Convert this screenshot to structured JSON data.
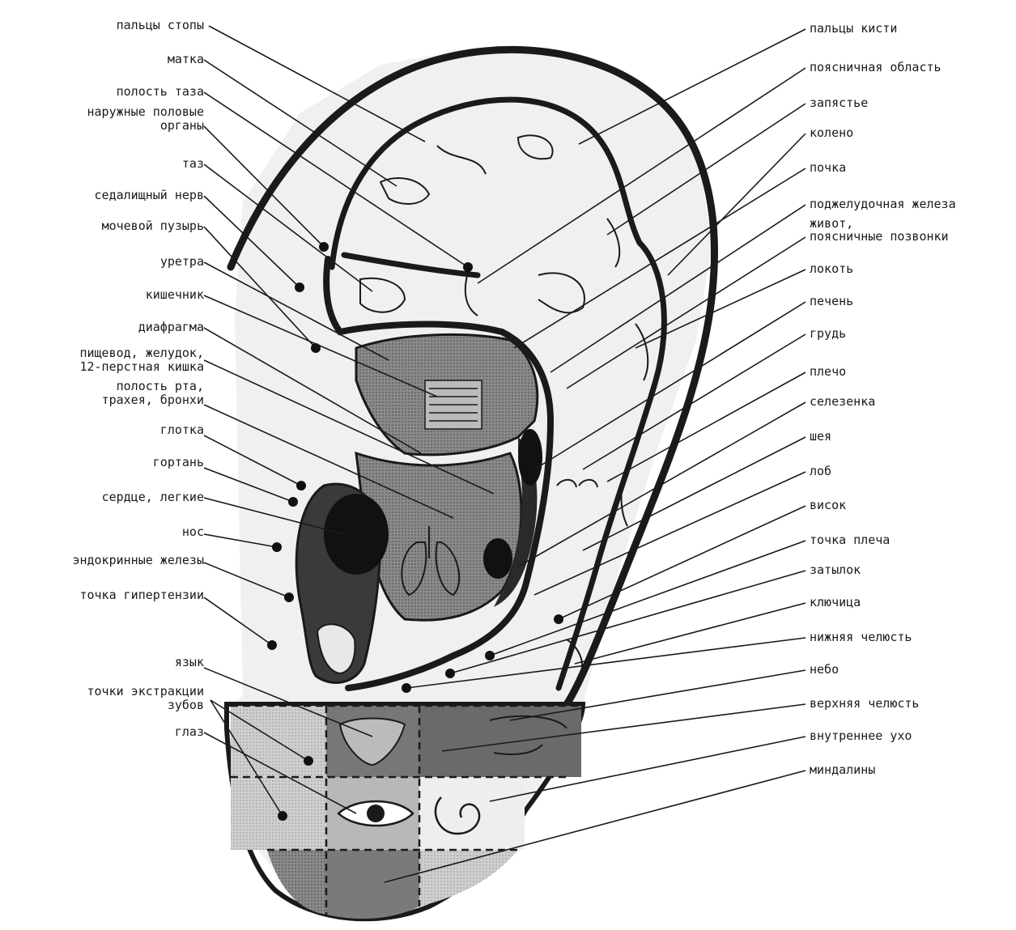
{
  "left_labels": [
    [
      "пальцы стопы"
    ],
    [
      "матка"
    ],
    [
      "полость таза"
    ],
    [
      "наружные половые",
      "органы"
    ],
    [
      "таз"
    ],
    [
      "седалищный нерв"
    ],
    [
      "мочевой пузырь"
    ],
    [
      "уретра"
    ],
    [
      "кишечник"
    ],
    [
      "диафрагма"
    ],
    [
      "пищевод, желудок,",
      "12-перстная кишка"
    ],
    [
      "полость рта,",
      "трахея, бронхи"
    ],
    [
      "глотка"
    ],
    [
      "гортань"
    ],
    [
      "сердце, легкие"
    ],
    [
      "нос"
    ],
    [
      "эндокринные железы"
    ],
    [
      "точка гипертензии"
    ],
    [
      "язык"
    ],
    [
      "точки экстракции",
      "зубов"
    ],
    [
      "глаз"
    ]
  ],
  "right_labels": [
    [
      "пальцы кисти"
    ],
    [
      "поясничная область"
    ],
    [
      "запястье"
    ],
    [
      "колено"
    ],
    [
      "почка"
    ],
    [
      "поджелудочная железа"
    ],
    [
      "живот,",
      "поясничные позвонки"
    ],
    [
      "локоть"
    ],
    [
      "печень"
    ],
    [
      "грудь"
    ],
    [
      "плечо"
    ],
    [
      "селезенка"
    ],
    [
      "шея"
    ],
    [
      "лоб"
    ],
    [
      "висок"
    ],
    [
      "точка плеча"
    ],
    [
      "затылок"
    ],
    [
      "ключица"
    ],
    [
      "нижняя челюсть"
    ],
    [
      "небо"
    ],
    [
      "верхняя челюсть"
    ],
    [
      "внутреннее ухо"
    ],
    [
      "миндалины"
    ]
  ],
  "colors": {
    "ink": "#1a1a1a",
    "ear_fill": "#eeeeee",
    "concha_dark": "#555555",
    "lobe_light": "#bdbdbd",
    "lobe_dark": "#6f6f6f"
  }
}
